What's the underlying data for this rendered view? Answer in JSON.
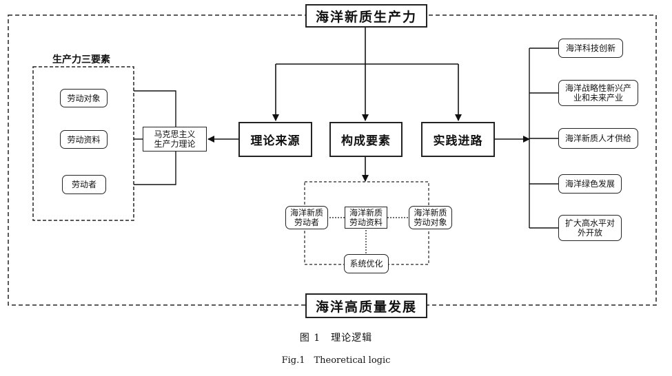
{
  "diagram": {
    "top_title": "海洋新质生产力",
    "bottom_title": "海洋高质量发展",
    "three_elements": {
      "label": "生产力三要素",
      "items": [
        "劳动对象",
        "劳动资料",
        "劳动者"
      ]
    },
    "theory": "马克思主义\n生产力理论",
    "main_nodes": {
      "source": "理论来源",
      "components": "构成要素",
      "practice": "实践进路"
    },
    "components": {
      "laborer": "海洋新质\n劳动者",
      "means": "海洋新质\n劳动资料",
      "object": "海洋新质\n劳动对象",
      "optimize": "系统优化"
    },
    "practice_paths": [
      "海洋科技创新",
      "海洋战略性新兴产\n业和未来产业",
      "海洋新质人才供给",
      "海洋绿色发展",
      "扩大高水平对\n外开放"
    ]
  },
  "caption": {
    "cn": "图 1　理论逻辑",
    "en": "Fig.1　Theoretical logic"
  }
}
